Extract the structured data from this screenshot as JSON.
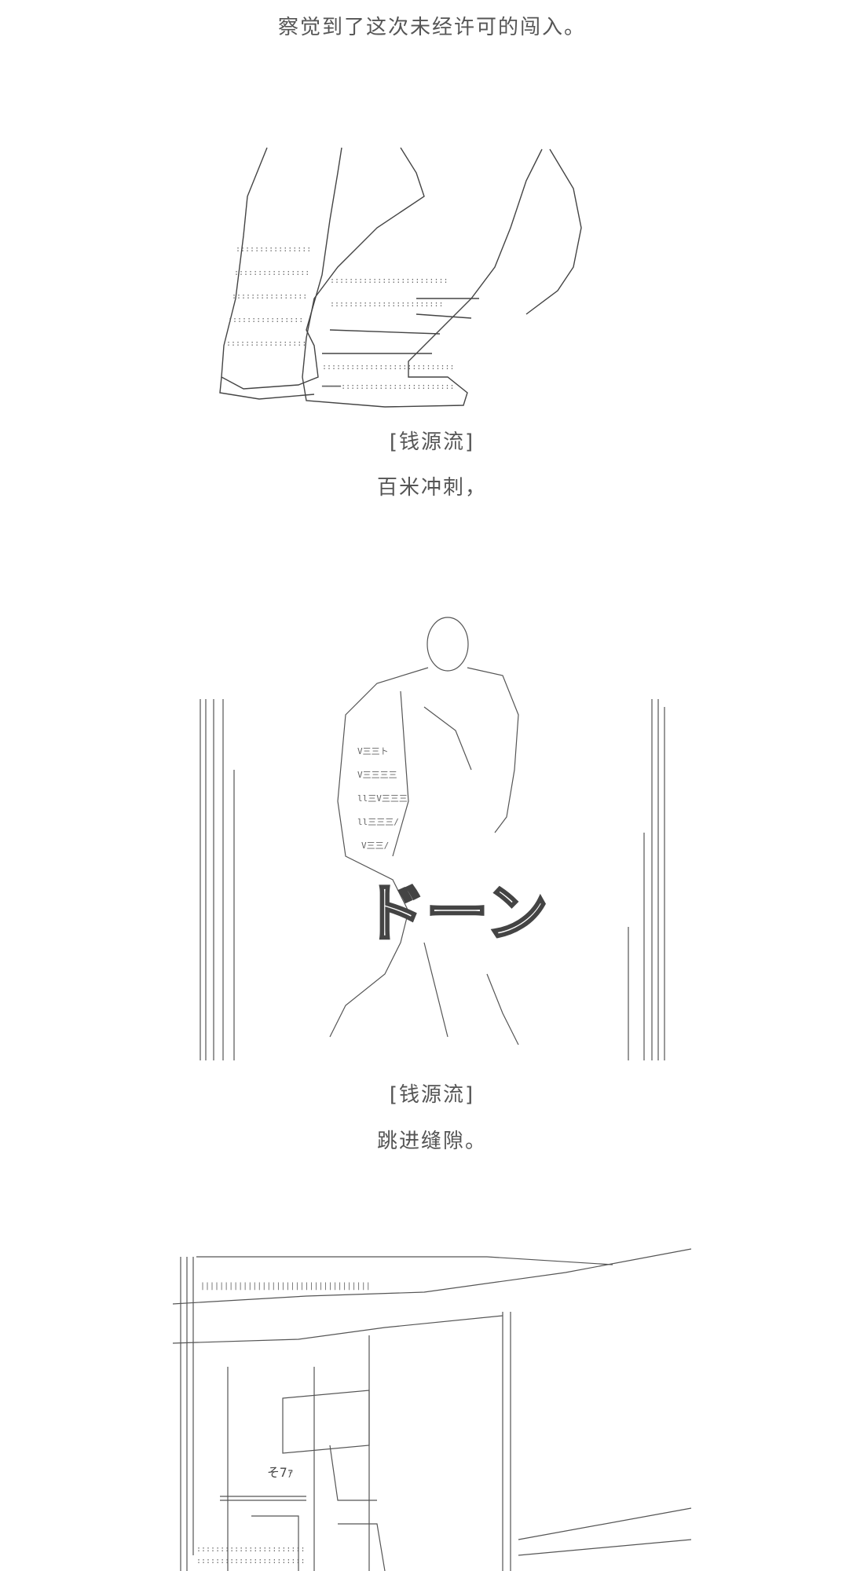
{
  "lines": {
    "intro": "察觉到了这次未经许可的闯入。",
    "speaker_1": "[钱源流]",
    "line_1": "百米冲刺，",
    "speaker_2": "[钱源流]",
    "line_2": "跳进缝隙。"
  },
  "art": {
    "sound_effect": "ドーン",
    "sign_text": "そ7ｧ"
  },
  "colors": {
    "ink": "#4a4a4a",
    "background": "#ffffff"
  }
}
